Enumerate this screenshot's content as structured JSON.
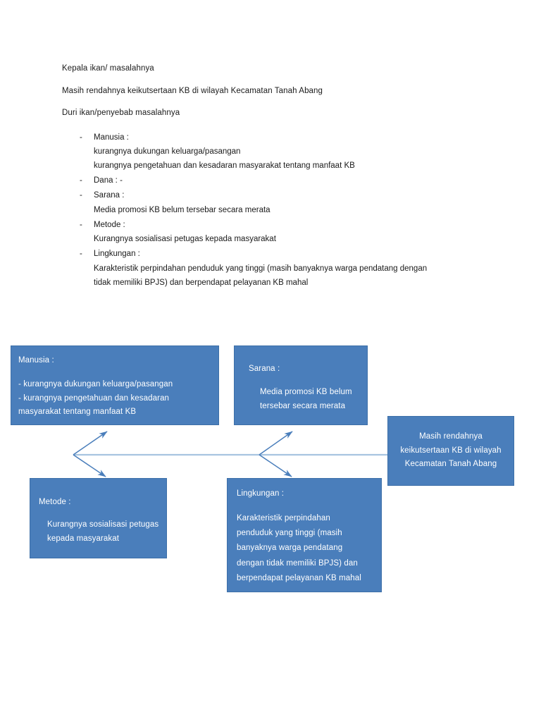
{
  "document": {
    "heading_1": "Kepala ikan/ masalahnya",
    "problem_statement": "Masih rendahnya keikutsertaan KB di wilayah Kecamatan Tanah Abang",
    "heading_2": "Duri ikan/penyebab masalahnya",
    "causes": [
      {
        "dash": "-",
        "label": "Manusia :",
        "details": "kurangnya dukungan keluarga/pasangan\nkurangnya pengetahuan dan kesadaran masyarakat tentang manfaat KB"
      },
      {
        "dash": "-",
        "label": "Dana  : -",
        "details": ""
      },
      {
        "dash": "-",
        "label": "Sarana :",
        "details": "Media promosi KB belum tersebar secara merata"
      },
      {
        "dash": "-",
        "label": "Metode :",
        "details": "Kurangnya sosialisasi petugas kepada masyarakat"
      },
      {
        "dash": "-",
        "label": "Lingkungan :",
        "details": "Karakteristik perpindahan penduduk yang tinggi (masih banyaknya warga pendatang dengan\ntidak memiliki BPJS) dan berpendapat pelayanan KB mahal"
      }
    ]
  },
  "diagram": {
    "type": "fishbone",
    "colors": {
      "box_fill": "#4a7ebb",
      "box_border": "#3d6fa8",
      "box_text": "#ffffff",
      "spine": "#a8c4e0",
      "arrow": "#4a7ebb"
    },
    "head_box": {
      "text": "Masih rendahnya\nkeikutsertaan KB di wilayah\nKecamatan Tanah Abang"
    },
    "bones": [
      {
        "id": "manusia",
        "position": "top-left",
        "title": "Manusia :",
        "body": "- kurangnya dukungan keluarga/pasangan\n- kurangnya pengetahuan dan kesadaran\n     masyarakat tentang manfaat KB"
      },
      {
        "id": "sarana",
        "position": "top-center",
        "title": "Sarana :",
        "body": "Media promosi KB belum\n tersebar secara merata"
      },
      {
        "id": "metode",
        "position": "bottom-left",
        "title": "Metode :",
        "body": "Kurangnya sosialisasi petugas\n     kepada masyarakat"
      },
      {
        "id": "lingkungan",
        "position": "bottom-center",
        "title": "Lingkungan :",
        "body": "Karakteristik perpindahan\npenduduk yang tinggi (masih\nbanyaknya warga pendatang\ndengan tidak memiliki BPJS) dan\nberpendapat pelayanan KB mahal"
      }
    ]
  }
}
